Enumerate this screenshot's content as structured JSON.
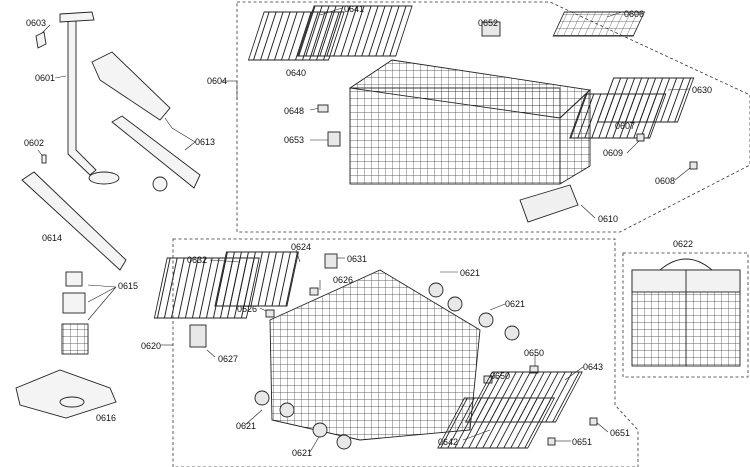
{
  "diagram": {
    "labels": {
      "l0603": "0603",
      "l0601": "0601",
      "l0602": "0602",
      "l0613": "0613",
      "l0614": "0614",
      "l0615": "0615",
      "l0616": "0616",
      "l0604": "0604",
      "l0641": "0641",
      "l0640": "0640",
      "l0652": "0652",
      "l0606": "0606",
      "l0648": "0648",
      "l0653": "0653",
      "l0630": "0630",
      "l0607": "0607",
      "l0609": "0609",
      "l0608": "0608",
      "l0610": "0610",
      "l0622": "0622",
      "l0632": "0632",
      "l0624": "0624",
      "l0631": "0631",
      "l0626a": "0626",
      "l0626b": "0626",
      "l0627": "0627",
      "l0620": "0620",
      "l0621a": "0621",
      "l0621b": "0621",
      "l0621c": "0621",
      "l0621d": "0621",
      "l0650a": "0650",
      "l0650b": "0650",
      "l0643": "0643",
      "l0642": "0642",
      "l0651a": "0651",
      "l0651b": "0651"
    }
  }
}
